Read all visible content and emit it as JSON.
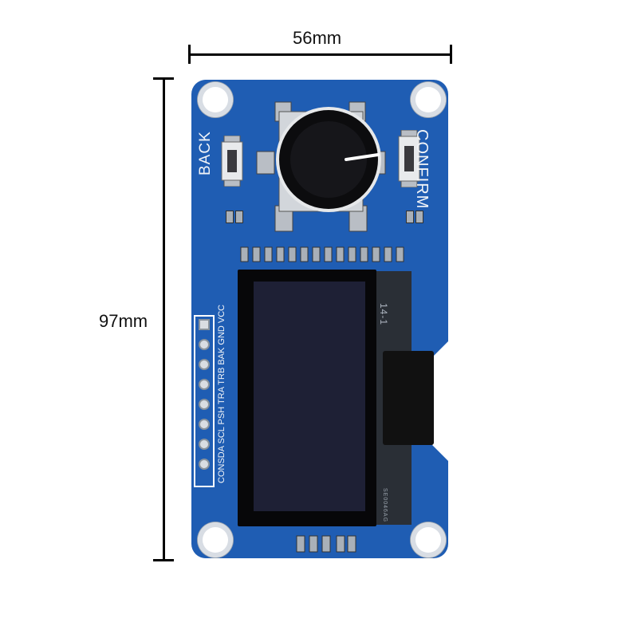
{
  "dimensions": {
    "width_label": "56mm",
    "height_label": "97mm"
  },
  "board": {
    "left_button_label": "BACK",
    "right_button_label": "CONFIRM",
    "pin_labels": "CONSDA SCL PSH TRA TRB BAK GND VCC",
    "flex_text": "14-1",
    "flex_small_text": "SE0046AG"
  },
  "colors": {
    "pcb": "#1f5db3",
    "screen": "#1e2035",
    "bezel": "#070709"
  }
}
